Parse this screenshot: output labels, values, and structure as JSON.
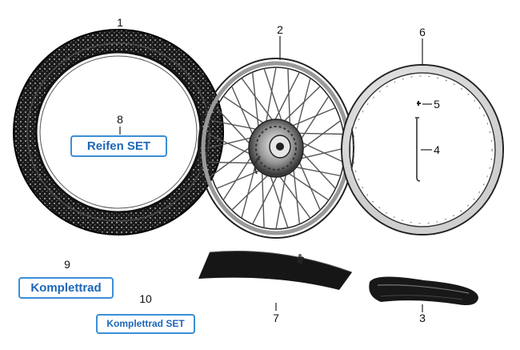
{
  "parts": [
    {
      "number": "1",
      "name": "tire"
    },
    {
      "number": "2",
      "name": "spoked-wheel"
    },
    {
      "number": "3",
      "name": "rim-band"
    },
    {
      "number": "4",
      "name": "spoke"
    },
    {
      "number": "5",
      "name": "spoke-nipple"
    },
    {
      "number": "6",
      "name": "rim"
    },
    {
      "number": "7",
      "name": "inner-tube"
    },
    {
      "number": "8",
      "name": "tire-set"
    },
    {
      "number": "9",
      "name": "complete-wheel"
    },
    {
      "number": "10",
      "name": "complete-wheel-set"
    }
  ],
  "links": {
    "reifen_set": "Reifen SET",
    "komplettrad": "Komplettrad",
    "komplettrad_set": "Komplettrad SET"
  },
  "colors": {
    "link_border": "#3a8fd6",
    "link_text": "#1d66b8"
  }
}
